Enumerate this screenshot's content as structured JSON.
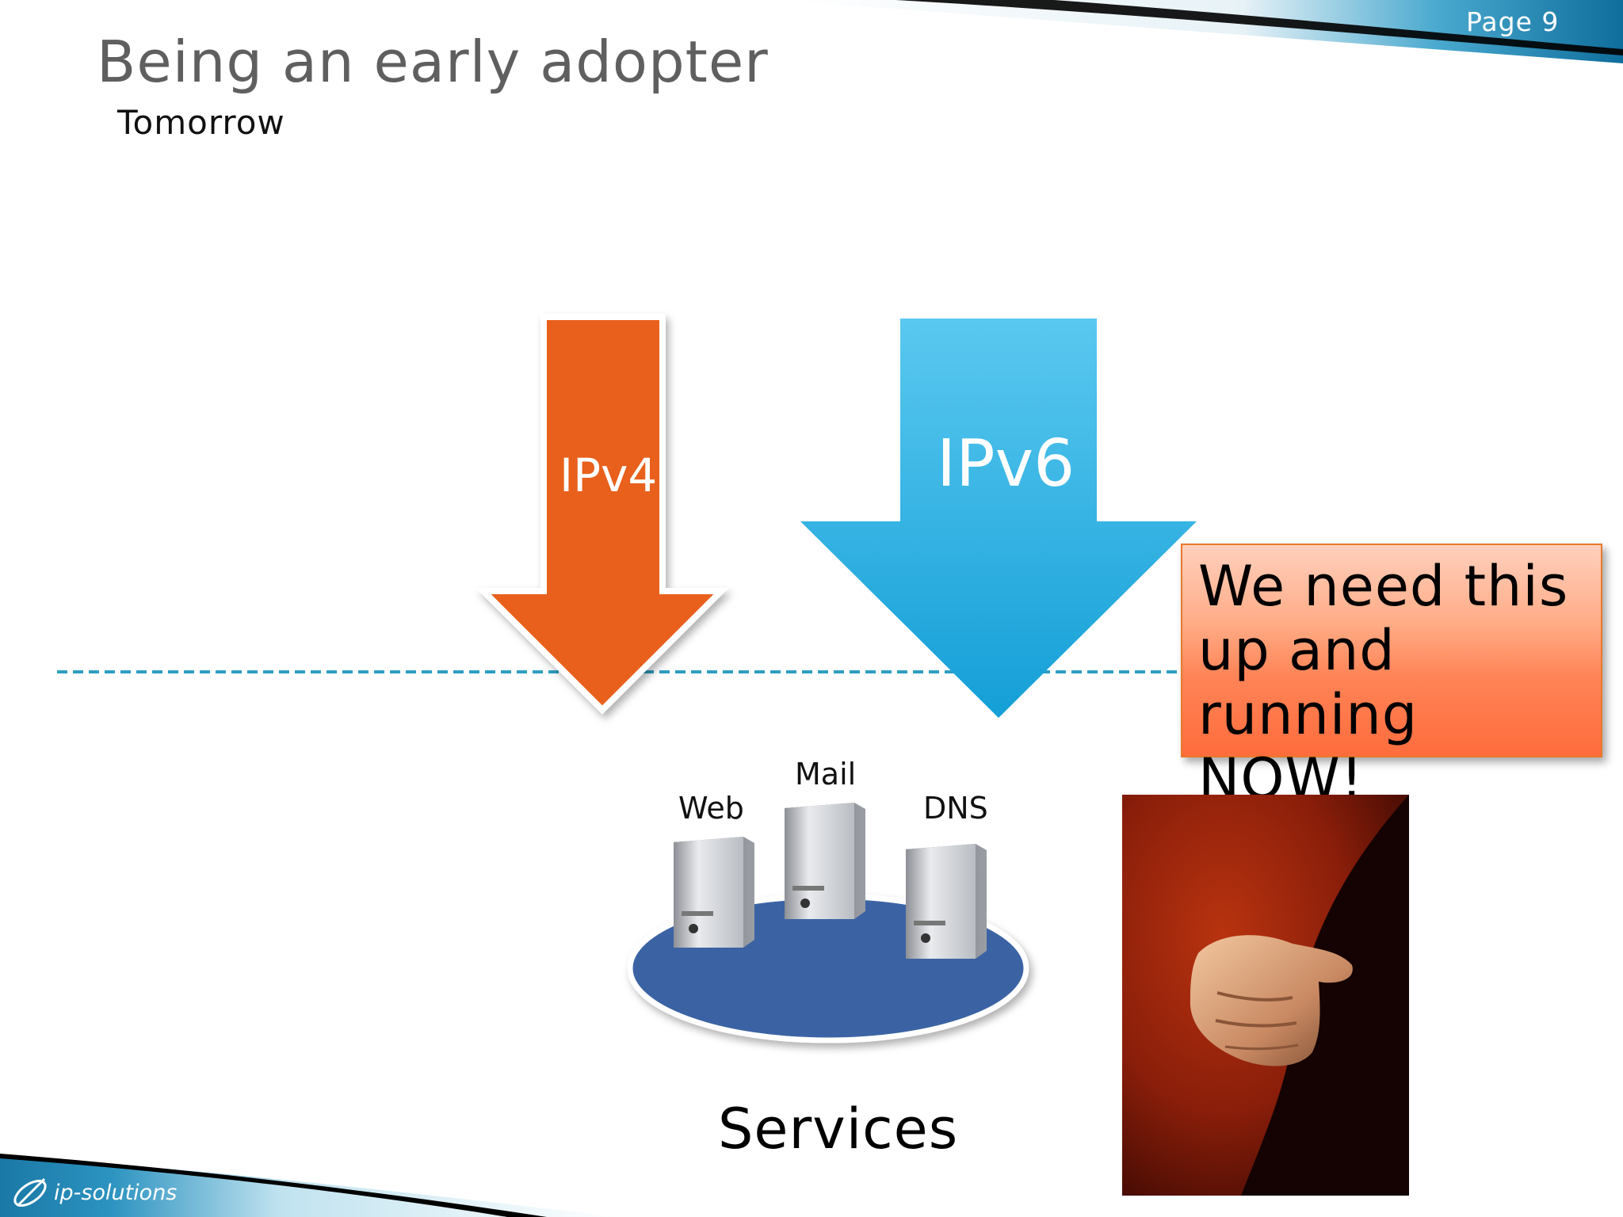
{
  "page": {
    "number_label": "Page 9"
  },
  "slide": {
    "title": "Being an early adopter",
    "subtitle": "Tomorrow"
  },
  "diagram": {
    "arrows": [
      {
        "label": "IPv4",
        "color": "#e8601c"
      },
      {
        "label": "IPv6",
        "color": "#1eaadf"
      }
    ],
    "servers": [
      "Web",
      "Mail",
      "DNS"
    ],
    "services_label": "Services",
    "platform_color": "#3b64a4",
    "boundary_line_color": "#2f9ec2"
  },
  "callout": {
    "text": "We need this up and running NOW!"
  },
  "footer": {
    "logo_text": "ip-solutions"
  },
  "theme": {
    "banner_blue": "#1f8ab8",
    "banner_black": "#000000"
  }
}
